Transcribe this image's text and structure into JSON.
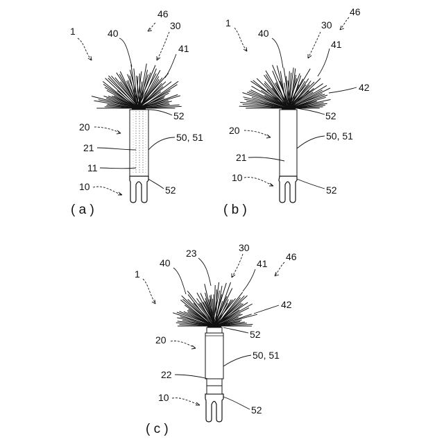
{
  "figures": [
    {
      "id": "a",
      "caption": "( a )",
      "labels": {
        "l46": "46",
        "l1": "1",
        "l40": "40",
        "l30": "30",
        "l41": "41",
        "l52top": "52",
        "l20": "20",
        "l5051": "50, 51",
        "l21": "21",
        "l11": "11",
        "l10": "10",
        "l52bot": "52"
      }
    },
    {
      "id": "b",
      "caption": "( b )",
      "labels": {
        "l46": "46",
        "l1": "1",
        "l40": "40",
        "l30": "30",
        "l41": "41",
        "l42": "42",
        "l52top": "52",
        "l20": "20",
        "l5051": "50, 51",
        "l21": "21",
        "l10": "10",
        "l52bot": "52"
      }
    },
    {
      "id": "c",
      "caption": "( c )",
      "labels": {
        "l1": "1",
        "l23": "23",
        "l30": "30",
        "l40": "40",
        "l41": "41",
        "l46": "46",
        "l42": "42",
        "l52top": "52",
        "l20": "20",
        "l5051": "50, 51",
        "l22": "22",
        "l10": "10",
        "l52bot": "52"
      }
    }
  ]
}
